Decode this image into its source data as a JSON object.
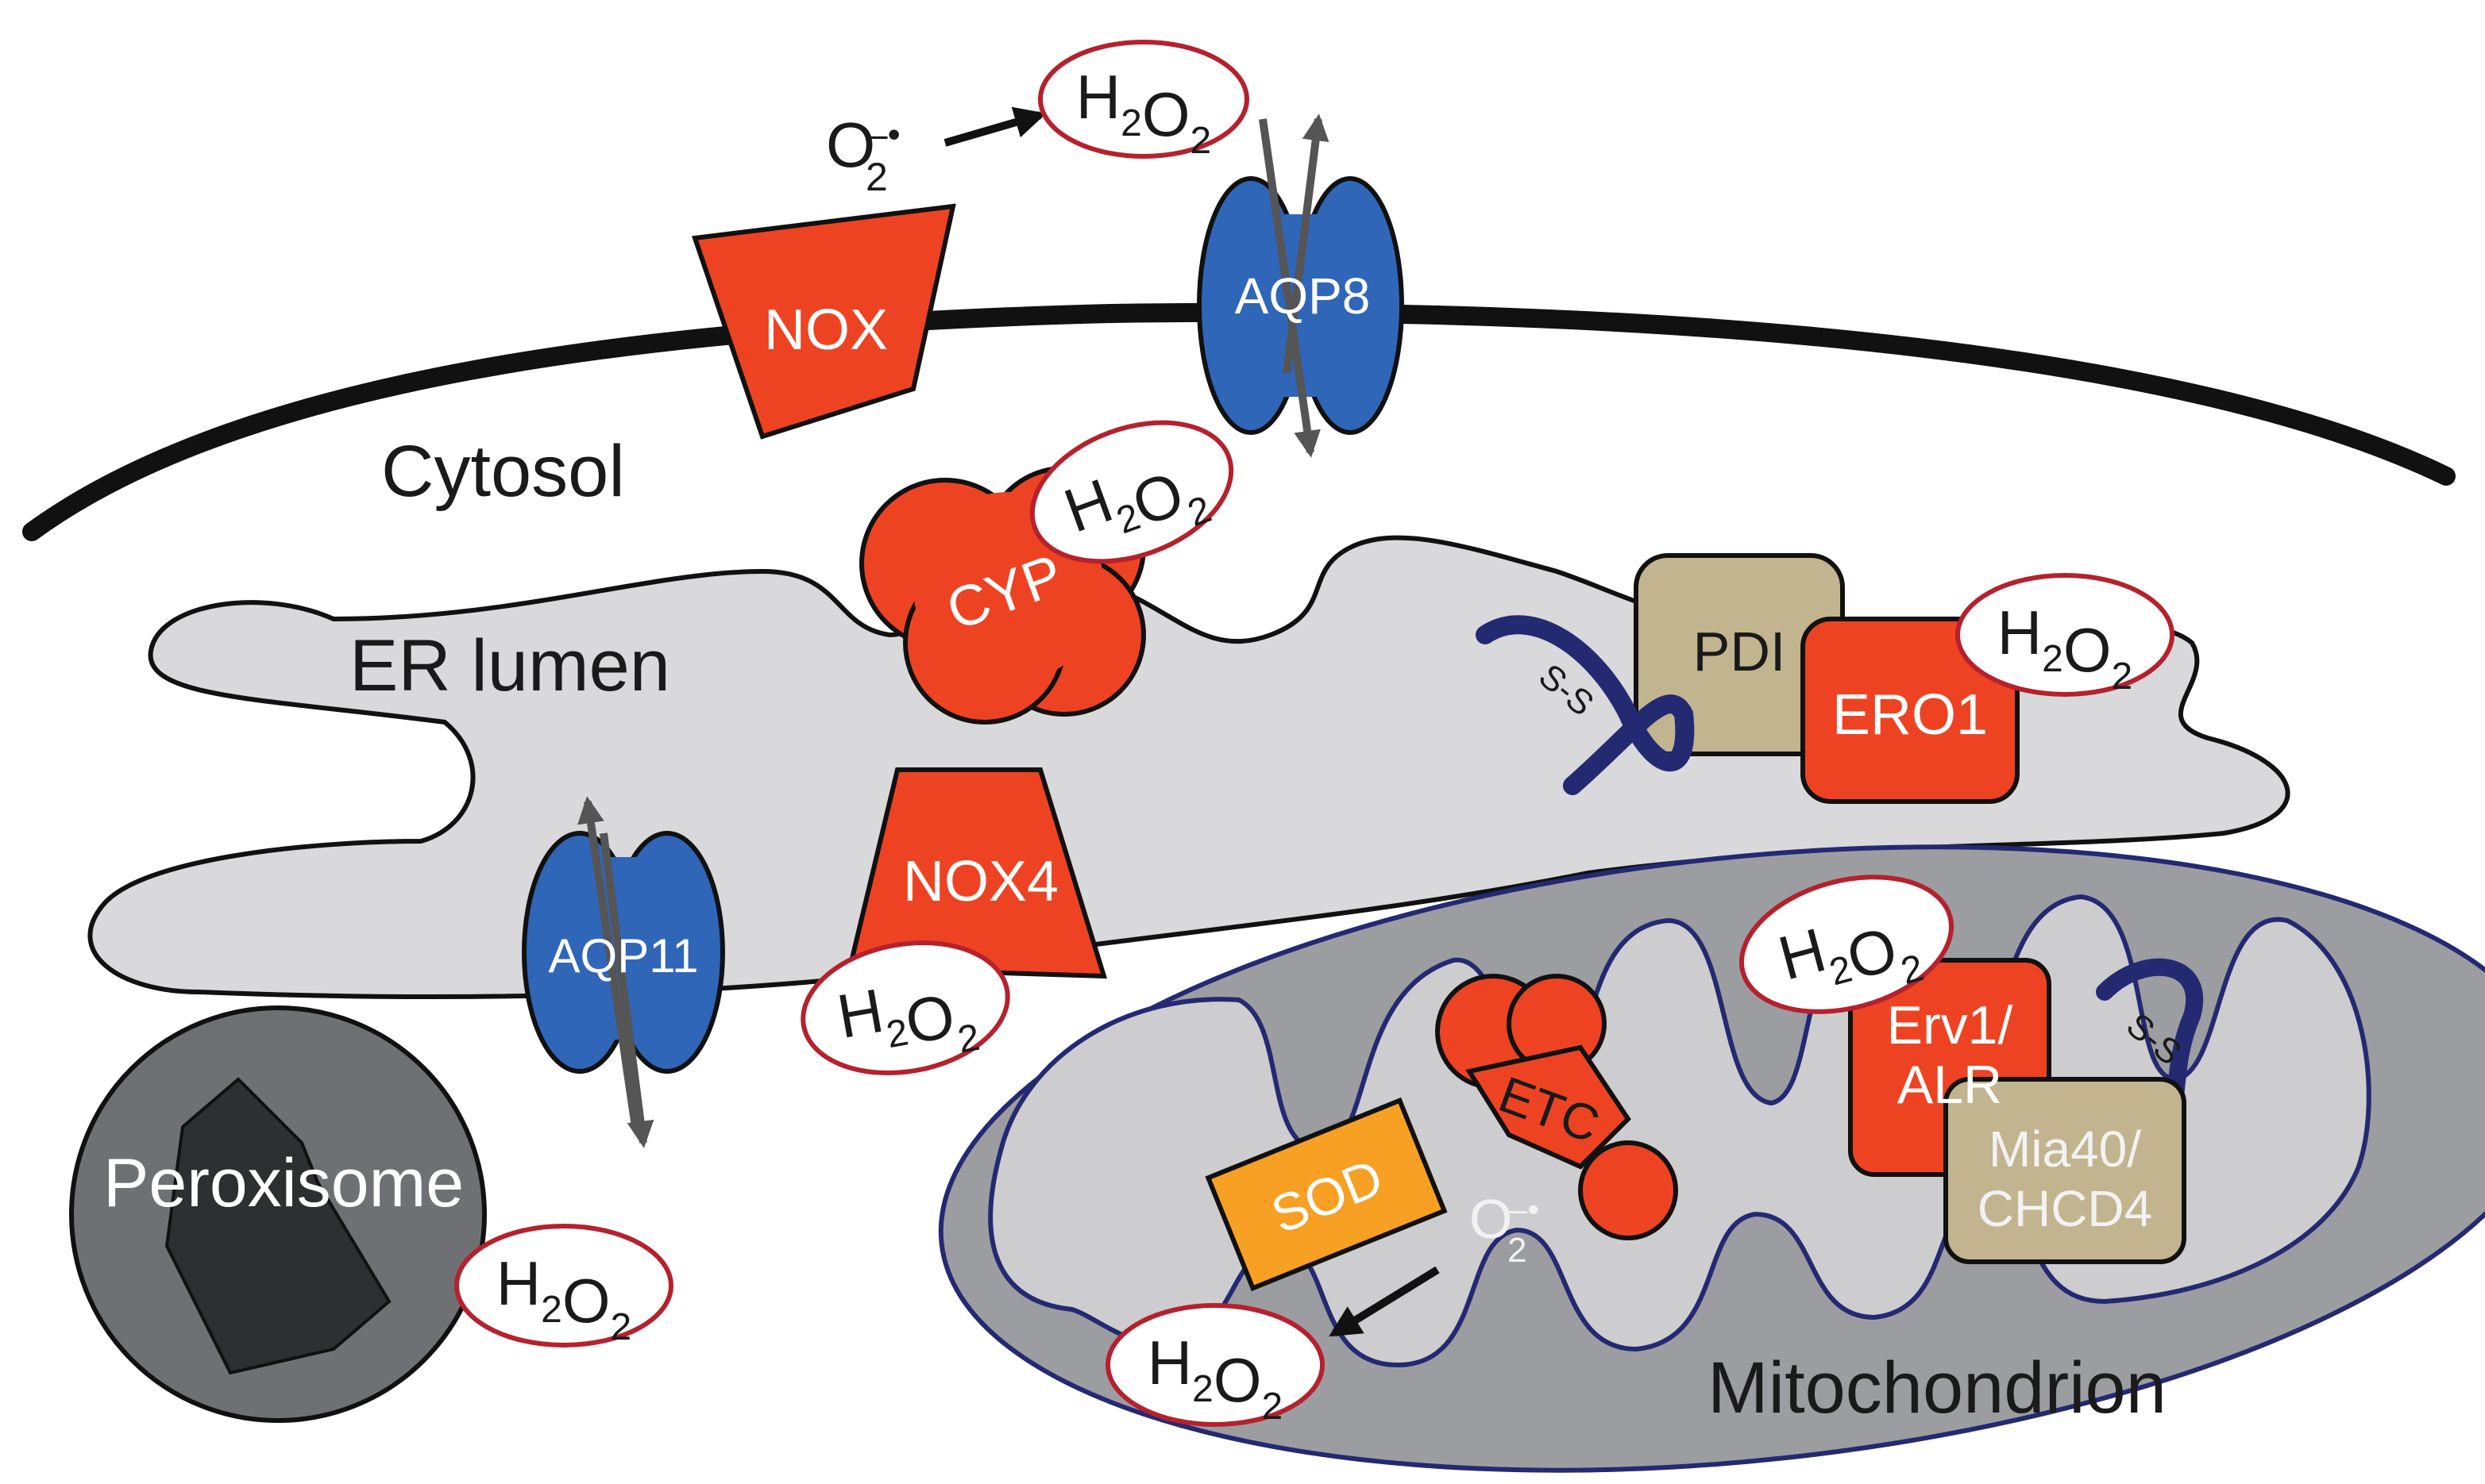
{
  "labels": {
    "cytosol": "Cytosol",
    "er_lumen": "ER lumen",
    "mitochondrion": "Mitochondrion",
    "peroxisome": "Peroxisome",
    "nox": "NOX",
    "aqp8": "AQP8",
    "cyp": "CYP",
    "pdi": "PDI",
    "ero1": "ERO1",
    "aqp11": "AQP11",
    "nox4": "NOX4",
    "etc": "ETC",
    "sod": "SOD",
    "erv1_line1": "Erv1/",
    "erv1_line2": "ALR",
    "mia40_line1": "Mia40/",
    "mia40_line2": "CHCD4",
    "disulfide": "S-S"
  },
  "molecules": {
    "peroxide_main": "H",
    "peroxide_mid": "O",
    "peroxide_sub": "2",
    "superoxide_main": "O",
    "superoxide_sub": "2",
    "superoxide_sup": "–•"
  },
  "colors": {
    "enzyme_red": "#ee4322",
    "aquaporin_blue": "#2f66b8",
    "pdi_tan": "#c2b48f",
    "sod_orange": "#f7a024",
    "er_grey": "#d9d9db",
    "mito_outer_grey": "#9c9da0",
    "mito_inner_grey": "#cdcdcf",
    "mito_membrane_navy": "#232a72",
    "peroxisome_grey": "#6f7073",
    "peroxide_oval_red": "#b5212d",
    "membrane_black": "#111111"
  }
}
